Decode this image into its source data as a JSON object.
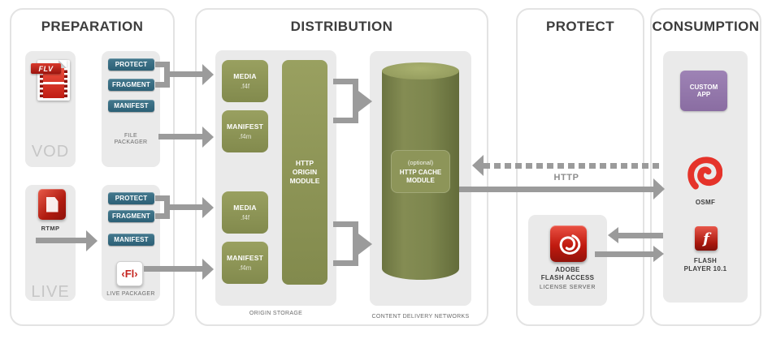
{
  "panels": {
    "preparation": "PREPARATION",
    "distribution": "DISTRIBUTION",
    "protect": "PROTECT",
    "consumption": "CONSUMPTION"
  },
  "preparation": {
    "vod": {
      "icon_label": "FLV",
      "caption": "VOD"
    },
    "file_packager": {
      "steps": [
        "PROTECT",
        "FRAGMENT",
        "MANIFEST"
      ],
      "caption": "FILE PACKAGER"
    },
    "live": {
      "icon_caption": "RTMP",
      "caption": "LIVE"
    },
    "live_packager": {
      "steps": [
        "PROTECT",
        "FRAGMENT",
        "MANIFEST"
      ],
      "icon_text": "‹Fl›",
      "caption": "LIVE PACKAGER"
    }
  },
  "distribution": {
    "origin_storage": {
      "caption": "ORIGIN STORAGE",
      "vod_files": [
        {
          "name": "MEDIA",
          "ext": ".f4f"
        },
        {
          "name": "MANIFEST",
          "ext": ".f4m"
        }
      ],
      "live_files": [
        {
          "name": "MEDIA",
          "ext": ".f4f"
        },
        {
          "name": "MANIFEST",
          "ext": ".f4m"
        }
      ],
      "origin_module": "HTTP ORIGIN MODULE"
    },
    "cdn": {
      "caption": "CONTENT DELIVERY NETWORKS",
      "cache_note": "(optional)",
      "cache_module": "HTTP CACHE MODULE"
    }
  },
  "protect": {
    "flash_access": {
      "name_line1": "ADOBE",
      "name_line2": "FLASH ACCESS",
      "role": "LICENSE SERVER"
    }
  },
  "consumption": {
    "custom_app": "CUSTOM APP",
    "osmf": "OSMF",
    "flash_player": {
      "icon_letter": "f",
      "caption": "FLASH PLAYER 10.1"
    }
  },
  "labels": {
    "http": "HTTP"
  },
  "colors": {
    "teal": "#33687d",
    "olive": "#8d9355",
    "cylinder": "#757e48",
    "purple": "#9377ac",
    "red": "#cc1f16",
    "arrow_gray": "#9b9b9b"
  }
}
